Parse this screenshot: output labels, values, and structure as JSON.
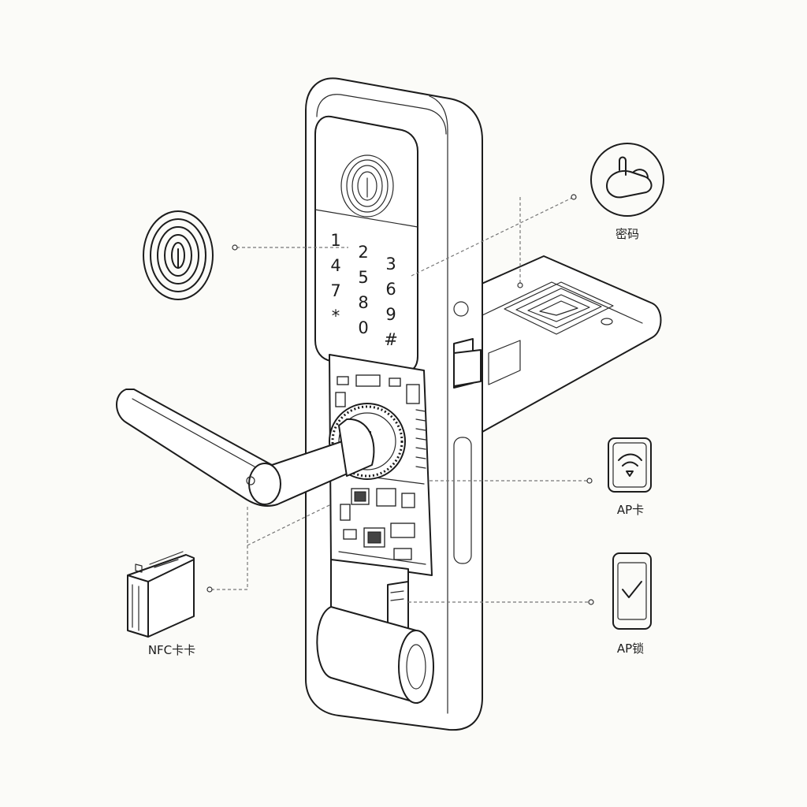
{
  "keypad": {
    "keys": [
      "1",
      "2",
      "3",
      "4",
      "5",
      "6",
      "7",
      "8",
      "9",
      "*",
      "0",
      "#"
    ]
  },
  "callouts": {
    "password": {
      "label": "密码",
      "icon": "hand-tap-icon"
    },
    "card": {
      "label": "AP卡",
      "icon": "wireless-card-icon"
    },
    "app": {
      "label": "AP锁",
      "icon": "smartphone-check-icon"
    },
    "nfc": {
      "label": "NFC卡卡",
      "icon": "battery-card-icon"
    },
    "fingerprint": {
      "icon": "fingerprint-icon"
    }
  },
  "colors": {
    "line": "#1c1c1c",
    "background": "#fbfbf8",
    "leader": "#777777"
  }
}
